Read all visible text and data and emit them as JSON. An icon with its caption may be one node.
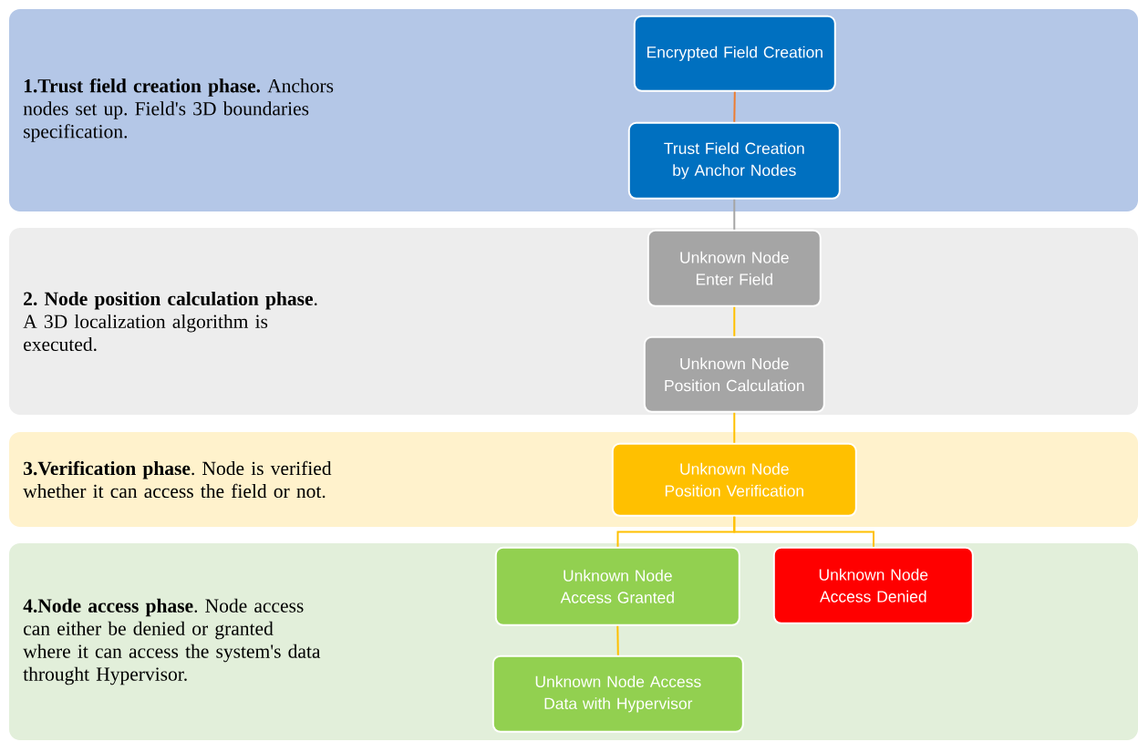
{
  "diagram": {
    "nodes": [
      {
        "text": [
          "**1.Trust field creation phase.** Anchors nodes set up. Field's 3D boundaries specification."
        ]
      },
      {
        "text": [
          "Encrypted Field Creation"
        ],
        "in": 0
      },
      {
        "text": [
          "Trust Field Creation by Anchor Nodes"
        ],
        "in": 0
      },
      {
        "text": [
          "**2. Node position calculation phase**. A 3D localization algorithm is executed."
        ]
      },
      {
        "text": [
          "Unknown Node Enter Field"
        ],
        "in": 3
      },
      {
        "text": [
          "Unknown Node Position Calculation"
        ],
        "in": 3
      },
      {
        "text": [
          "**3.Verification phase**. Node is verified whether it can access the field or not."
        ]
      },
      {
        "text": [
          "Unknown Node Position Verification"
        ],
        "in": 6
      },
      {
        "text": [
          "**4.Node access phase**. Node access can either be denied or granted where it can access the system's data throught Hypervisor."
        ]
      },
      {
        "text": [
          "Unknown Node Access Granted"
        ],
        "in": 8
      },
      {
        "text": [
          "Unknown Node Access Denied"
        ],
        "in": 8
      },
      {
        "text": [
          "Unknown Node Access Data with Hypervisor"
        ],
        "in": 8
      }
    ],
    "edges": [
      {
        "from": 1,
        "to": 2,
        "arrow": "none",
        "color": "#ed7d31"
      },
      {
        "from": 2,
        "to": 4,
        "arrow": "none",
        "color": "#a5a5a5"
      },
      {
        "from": 4,
        "to": 5,
        "arrow": "none"
      },
      {
        "from": 5,
        "to": 7,
        "arrow": "none"
      },
      {
        "from": 7,
        "to": 9,
        "arrow": "none"
      },
      {
        "from": 7,
        "to": 10,
        "arrow": "none"
      },
      {
        "from": 9,
        "to": 11,
        "arrow": "none"
      }
    ]
  }
}
